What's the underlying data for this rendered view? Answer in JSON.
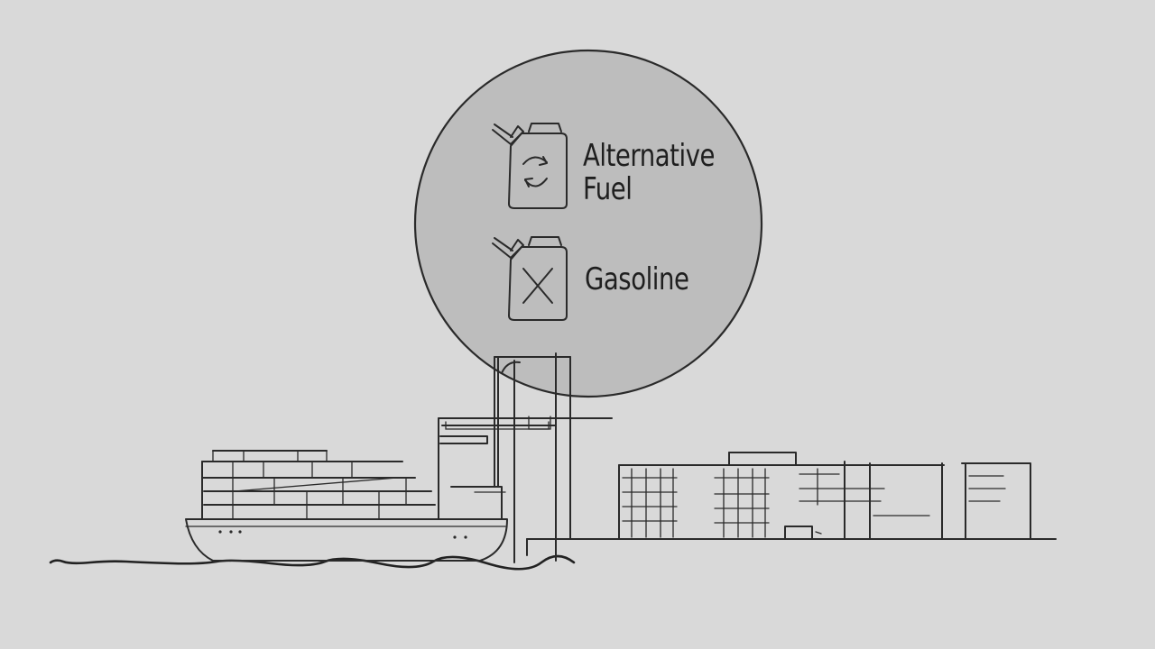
{
  "fuel_options": [
    {
      "label_line1": "Alternative",
      "label_line2": "Fuel",
      "icon": "recycle-fuel-can-icon"
    },
    {
      "label_line1": "Gasoline",
      "icon": "crossed-fuel-can-icon"
    }
  ],
  "colors": {
    "background": "#d9d9d9",
    "bubble": "#bdbdbd",
    "ink": "#2a2a2a"
  }
}
